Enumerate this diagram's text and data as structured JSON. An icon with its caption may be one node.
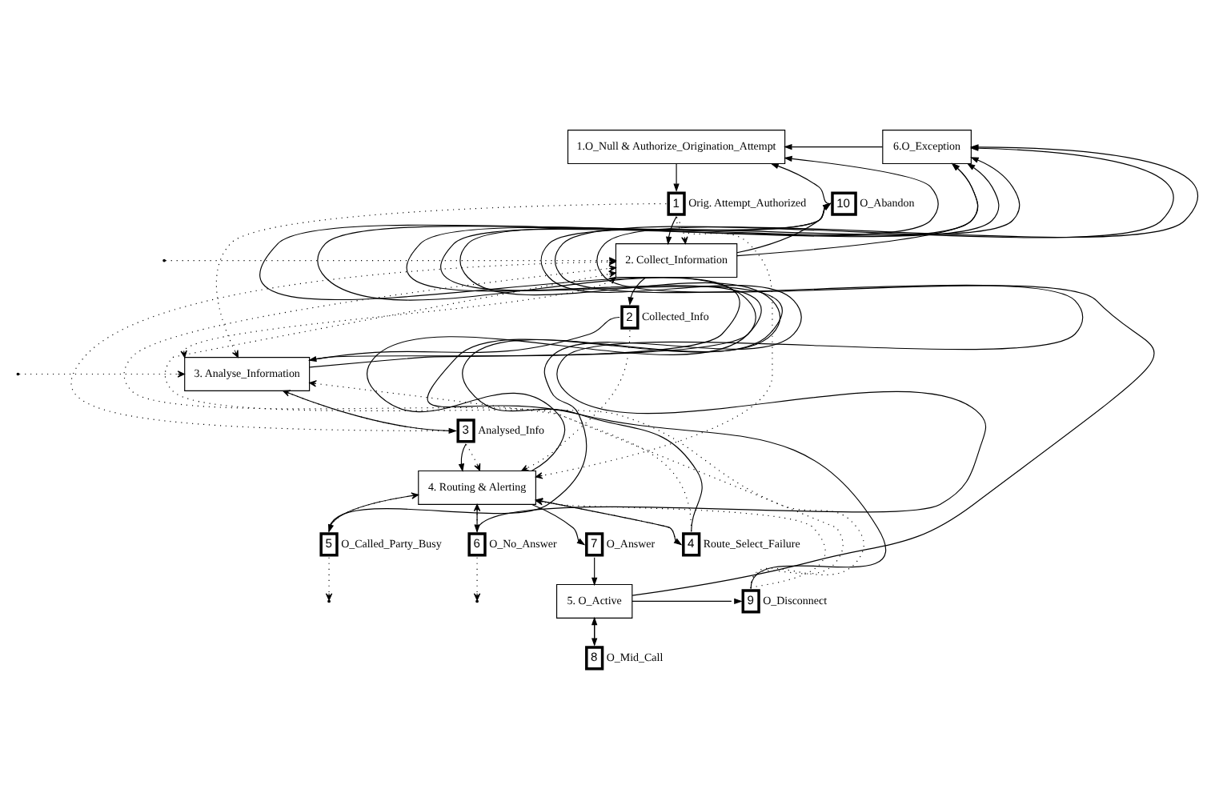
{
  "diagram": {
    "nodes": [
      {
        "text": [
          "1.O_Null & Authorize_Origination_Attempt"
        ]
      },
      {
        "text": [
          "6.O_Exception"
        ]
      },
      {
        "text": [
          "10"
        ],
        "beside": [
          "O_Abandon"
        ]
      },
      {
        "text": [
          "1"
        ],
        "beside": [
          "Orig. Attempt_Authorized"
        ]
      },
      {
        "text": [
          "2. Collect_Information"
        ]
      },
      {
        "text": [
          "2"
        ],
        "beside": [
          "Collected_Info"
        ]
      },
      {
        "text": [
          "3. Analyse_Information"
        ]
      },
      {
        "text": [
          "3"
        ],
        "beside": [
          "Analysed_Info"
        ]
      },
      {
        "text": [
          "4"
        ],
        "beside": [
          "Route_Select_Failure"
        ]
      },
      {
        "text": [
          "4. Routing & Alerting"
        ]
      },
      {
        "text": [
          "5"
        ],
        "beside": [
          "O_Called_Party_Busy"
        ]
      },
      {
        "text": [
          "6"
        ],
        "beside": [
          "O_No_Answer"
        ]
      },
      {
        "text": [
          "7"
        ],
        "beside": [
          "O_Answer"
        ]
      },
      {
        "text": [
          "9"
        ],
        "beside": [
          "O_Disconnect"
        ]
      },
      {
        "text": [
          "5. O_Active"
        ]
      },
      {
        "text": [
          "8"
        ],
        "beside": [
          "O_Mid_Call"
        ]
      }
    ],
    "edges": [
      {
        "from": 0,
        "to": 3,
        "arrow": "to"
      },
      {
        "from": 3,
        "to": 4,
        "arrow": "to"
      },
      {
        "from": 4,
        "to": 5,
        "arrow": "to"
      },
      {
        "from": 5,
        "to": 6,
        "arrow": "to"
      },
      {
        "from": 6,
        "to": 7,
        "arrow": "to"
      },
      {
        "from": 7,
        "to": 9,
        "arrow": "to"
      },
      {
        "from": 9,
        "to": 8,
        "arrow": "to"
      },
      {
        "from": 9,
        "to": 10,
        "arrow": "to"
      },
      {
        "from": 9,
        "to": 11,
        "arrow": "to"
      },
      {
        "from": 9,
        "to": 12,
        "arrow": "to"
      },
      {
        "from": 12,
        "to": 14,
        "arrow": "to"
      },
      {
        "from": 14,
        "to": 13,
        "arrow": "to"
      },
      {
        "from": 14,
        "to": 15,
        "arrow": "to"
      },
      {
        "from": 15,
        "to": 14,
        "arrow": "to"
      },
      {
        "from": 4,
        "to": 2,
        "arrow": "to"
      },
      {
        "from": 6,
        "to": 2,
        "arrow": "to"
      },
      {
        "from": 9,
        "to": 2,
        "arrow": "to"
      },
      {
        "from": 2,
        "to": 0,
        "arrow": "to"
      },
      {
        "from": 13,
        "to": 0,
        "arrow": "to"
      },
      {
        "from": 4,
        "to": 1,
        "arrow": "to"
      },
      {
        "from": 6,
        "to": 1,
        "arrow": "to"
      },
      {
        "from": 8,
        "to": 1,
        "arrow": "to"
      },
      {
        "from": 10,
        "to": 1,
        "arrow": "to"
      },
      {
        "from": 11,
        "to": 1,
        "arrow": "to"
      },
      {
        "from": 14,
        "to": 1,
        "arrow": "to"
      },
      {
        "from": 1,
        "to": 0,
        "arrow": "to"
      },
      {
        "from": 13,
        "to": 4,
        "arrow": "to",
        "style": "dashed"
      },
      {
        "from": 13,
        "to": 6,
        "arrow": "to",
        "style": "dashed"
      },
      {
        "from": 13,
        "to": 9,
        "arrow": "to",
        "style": "dashed"
      },
      {
        "from": 3,
        "to": 4,
        "arrow": "to",
        "style": "dashed"
      },
      {
        "from": 3,
        "to": 6,
        "arrow": "to",
        "style": "dashed"
      },
      {
        "from": 3,
        "to": 9,
        "arrow": "to",
        "style": "dashed"
      },
      {
        "from": 4,
        "to": 6,
        "arrow": "both",
        "style": "dashed"
      },
      {
        "from": 5,
        "to": 9,
        "arrow": "to",
        "style": "dashed"
      },
      {
        "from": 7,
        "to": 6,
        "arrow": "to",
        "style": "dashed"
      },
      {
        "from": 7,
        "to": 9,
        "arrow": "to",
        "style": "dashed"
      },
      {
        "from": 7,
        "to": 4,
        "arrow": "to",
        "style": "dashed"
      },
      {
        "from": 8,
        "to": 4,
        "arrow": "to",
        "style": "dashed"
      },
      {
        "from": 8,
        "to": 9,
        "arrow": "to",
        "style": "dashed"
      },
      {
        "from": 10,
        "to": 9,
        "arrow": "to",
        "style": "dashed"
      },
      {
        "from": 11,
        "to": 9,
        "arrow": "to",
        "style": "dashed"
      },
      {
        "from": null,
        "to": 4,
        "arrow": "to",
        "style": "dashed"
      },
      {
        "from": null,
        "to": 6,
        "arrow": "to",
        "style": "dashed"
      },
      {
        "from": 10,
        "to": null,
        "arrow": "to",
        "style": "dashed"
      },
      {
        "from": 11,
        "to": null,
        "arrow": "to",
        "style": "dashed"
      }
    ]
  }
}
